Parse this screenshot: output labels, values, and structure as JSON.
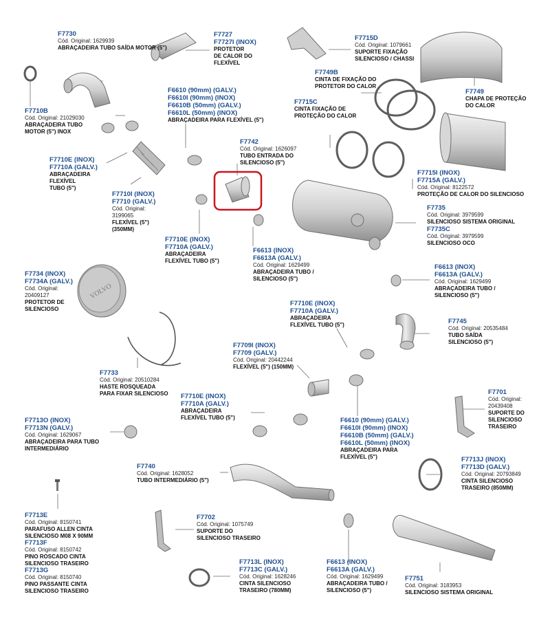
{
  "colors": {
    "code": "#1d4e8f",
    "text": "#111111",
    "highlight": "#c8161d",
    "part_fill": "#d9d9d9",
    "part_stroke": "#6e6e6e"
  },
  "labels": {
    "f7730": {
      "codes": [
        "F7730"
      ],
      "orig": [
        "Cód. Original: 1629939"
      ],
      "desc": [
        "ABRAÇADEIRA TUBO SAÍDA MOTOR (5\")"
      ]
    },
    "f7727": {
      "codes": [
        "F7727",
        "F7727I (INOX)"
      ],
      "orig": [],
      "desc": [
        "PROTETOR",
        "DE CALOR DO",
        "FLEXÍVEL"
      ]
    },
    "f7715d": {
      "codes": [
        "F7715D"
      ],
      "orig": [
        "Cód. Original: 1079661"
      ],
      "desc": [
        "SUPORTE FIXAÇÃO",
        "SILENCIOSO / CHASSI"
      ]
    },
    "f7749b": {
      "codes": [
        "F7749B"
      ],
      "orig": [],
      "desc": [
        "CINTA DE FIXAÇÃO DO",
        "PROTETOR DO CALOR"
      ]
    },
    "f7749": {
      "codes": [
        "F7749"
      ],
      "orig": [],
      "desc": [
        "CHAPA DE PROTEÇÃO",
        "DO CALOR"
      ]
    },
    "f7710b": {
      "codes": [
        "F7710B"
      ],
      "orig": [
        "Cód. Original: 21029030"
      ],
      "desc": [
        "ABRAÇADEIRA TUBO",
        "MOTOR (5\") INOX"
      ]
    },
    "f6610top": {
      "codes": [
        "F6610 (90mm) (GALV.)",
        "F6610I (90mm) (INOX)",
        "F6610B (50mm) (GALV.)",
        "F6610L (50mm) (INOX)"
      ],
      "orig": [],
      "desc": [
        "ABRAÇADEIRA PARA FLEXÍVEL (5\")"
      ]
    },
    "f7715c": {
      "codes": [
        "F7715C"
      ],
      "orig": [],
      "desc": [
        "CINTA FIXAÇÃO DE",
        "PROTEÇÃO DO CALOR"
      ]
    },
    "f7710e1": {
      "codes": [
        "F7710E (INOX)",
        "F7710A (GALV.)"
      ],
      "orig": [],
      "desc": [
        "ABRAÇADEIRA",
        "FLEXÍVEL",
        "TUBO (5\")"
      ]
    },
    "f7742": {
      "codes": [
        "F7742"
      ],
      "orig": [
        "Cód. Original: 1626097"
      ],
      "desc": [
        "TUBO ENTRADA DO",
        "SILENCIOSO (5\")"
      ]
    },
    "f7715i": {
      "codes": [
        "F7715I (INOX)",
        "F7715A (GALV.)"
      ],
      "orig": [
        "Cód. Original: 8122572"
      ],
      "desc": [
        "PROTEÇÃO DE CALOR DO SILENCIOSO"
      ]
    },
    "f7710i": {
      "codes": [
        "F7710I (INOX)",
        "F7710 (GALV.)"
      ],
      "orig": [
        "Cód. Original:",
        "3199065"
      ],
      "desc": [
        "FLEXÍVEL (5\")",
        "(350mm)"
      ]
    },
    "f7735": {
      "codes": [
        "F7735"
      ],
      "orig": [
        "Cód. Original: 3979599"
      ],
      "desc": [
        "SILENCIOSO SISTEMA ORIGINAL"
      ]
    },
    "f7735c": {
      "codes": [
        "F7735C"
      ],
      "orig": [
        "Cód. Original: 3979599"
      ],
      "desc": [
        "SILENCIOSO OCO"
      ]
    },
    "f7710e2": {
      "codes": [
        "F7710E (INOX)",
        "F7710A (GALV.)"
      ],
      "orig": [],
      "desc": [
        "ABRAÇADEIRA",
        "FLEXÍVEL TUBO (5\")"
      ]
    },
    "f6613a": {
      "codes": [
        "F6613 (INOX)",
        "F6613A (GALV.)"
      ],
      "orig": [
        "Cód. Original: 1629499"
      ],
      "desc": [
        "ABRAÇADEIRA TUBO /",
        "SILENCIOSO (5\")"
      ]
    },
    "f7734": {
      "codes": [
        "F7734 (INOX)",
        "F7734A (GALV.)"
      ],
      "orig": [
        "Cód. Original:",
        "20409127"
      ],
      "desc": [
        "PROTETOR DE",
        "SILENCIOSO"
      ]
    },
    "f6613b": {
      "codes": [
        "F6613 (INOX)",
        "F6613A (GALV.)"
      ],
      "orig": [
        "Cód. Original: 1629499"
      ],
      "desc": [
        "ABRAÇADEIRA TUBO /",
        "SILENCIOSO (5\")"
      ]
    },
    "f7710e3": {
      "codes": [
        "F7710E (INOX)",
        "F7710A (GALV.)"
      ],
      "orig": [],
      "desc": [
        "ABRAÇADEIRA",
        "FLEXÍVEL TUBO (5\")"
      ]
    },
    "f7745": {
      "codes": [
        "F7745"
      ],
      "orig": [
        "Cód. Original: 20535484"
      ],
      "desc": [
        "TUBO SAÍDA",
        "SILENCIOSO (5\")"
      ]
    },
    "f7709": {
      "codes": [
        "F7709I (INOX)",
        "F7709 (GALV.)"
      ],
      "orig": [
        "Cód. Original: 20442244"
      ],
      "desc": [
        "FLEXÍVEL (5\") (150mm)"
      ]
    },
    "f7733": {
      "codes": [
        "F7733"
      ],
      "orig": [
        "Cód. Original: 20510284"
      ],
      "desc": [
        "HASTE ROSQUEADA",
        "PARA FIXAR SILENCIOSO"
      ]
    },
    "f7710e4": {
      "codes": [
        "F7710E (INOX)",
        "F7710A (GALV.)"
      ],
      "orig": [],
      "desc": [
        "ABRAÇADEIRA",
        "FLEXÍVEL TUBO (5\")"
      ]
    },
    "f7701": {
      "codes": [
        "F7701"
      ],
      "orig": [
        "Cód. Original:",
        "20439408"
      ],
      "desc": [
        "SUPORTE DO",
        "SILENCIOSO",
        "TRASEIRO"
      ]
    },
    "f7713o": {
      "codes": [
        "F7713O (INOX)",
        "F7713N (GALV.)"
      ],
      "orig": [
        "Cód. Original: 1629067"
      ],
      "desc": [
        "ABRAÇADEIRA PARA TUBO",
        "INTERMEDIÁRIO"
      ]
    },
    "f6610bot": {
      "codes": [
        "F6610 (90mm) (GALV.)",
        "F6610I (90mm) (INOX)",
        "F6610B (50mm) (GALV.)",
        "F6610L (50mm) (INOX)"
      ],
      "orig": [],
      "desc": [
        "ABRAÇADEIRA PARA",
        "FLEXÍVEL (5\")"
      ]
    },
    "f7740": {
      "codes": [
        "F7740"
      ],
      "orig": [
        "Cód. Original: 1628052"
      ],
      "desc": [
        "TUBO INTERMEDIÁRIO (5\")"
      ]
    },
    "f7713j": {
      "codes": [
        "F7713J (INOX)",
        "F7713D (GALV.)"
      ],
      "orig": [
        "Cód. Original: 20793849"
      ],
      "desc": [
        "CINTA SILENCIOSO",
        "TRASEIRO (850mm)"
      ]
    },
    "f7713e": {
      "codes": [
        "F7713E"
      ],
      "orig": [
        "Cód. Original: 8150741"
      ],
      "desc": [
        "PARAFUSO ALLEN CINTA",
        "SILENCIOSO M08 X 90mm"
      ]
    },
    "f7713f": {
      "codes": [
        "F7713F"
      ],
      "orig": [
        "Cód. Original: 8150742"
      ],
      "desc": [
        "PINO ROSCADO CINTA",
        "SILENCIOSO TRASEIRO"
      ]
    },
    "f7713g": {
      "codes": [
        "F7713G"
      ],
      "orig": [
        "Cód. Original: 8150740"
      ],
      "desc": [
        "PINO PASSANTE CINTA",
        "SILENCIOSO TRASEIRO"
      ]
    },
    "f7702": {
      "codes": [
        "F7702"
      ],
      "orig": [
        "Cód. Original: 1075749"
      ],
      "desc": [
        "SUPORTE DO",
        "SILENCIOSO TRASEIRO"
      ]
    },
    "f7713l": {
      "codes": [
        "F7713L (INOX)",
        "F7713C (GALV.)"
      ],
      "orig": [
        "Cód. Original: 1628246"
      ],
      "desc": [
        "CINTA SILENCIOSO",
        "TRASEIRO (780mm)"
      ]
    },
    "f6613c": {
      "codes": [
        "F6613 (INOX)",
        "F6613A (GALV.)"
      ],
      "orig": [
        "Cód. Original: 1629499"
      ],
      "desc": [
        "ABRAÇADEIRA TUBO /",
        "SILENCIOSO (5\")"
      ]
    },
    "f7751": {
      "codes": [
        "F7751"
      ],
      "orig": [
        "Cód. Original: 3183953"
      ],
      "desc": [
        "SILENCIOSO SISTEMA ORIGINAL"
      ]
    }
  },
  "protector_logo": "VOLVO"
}
